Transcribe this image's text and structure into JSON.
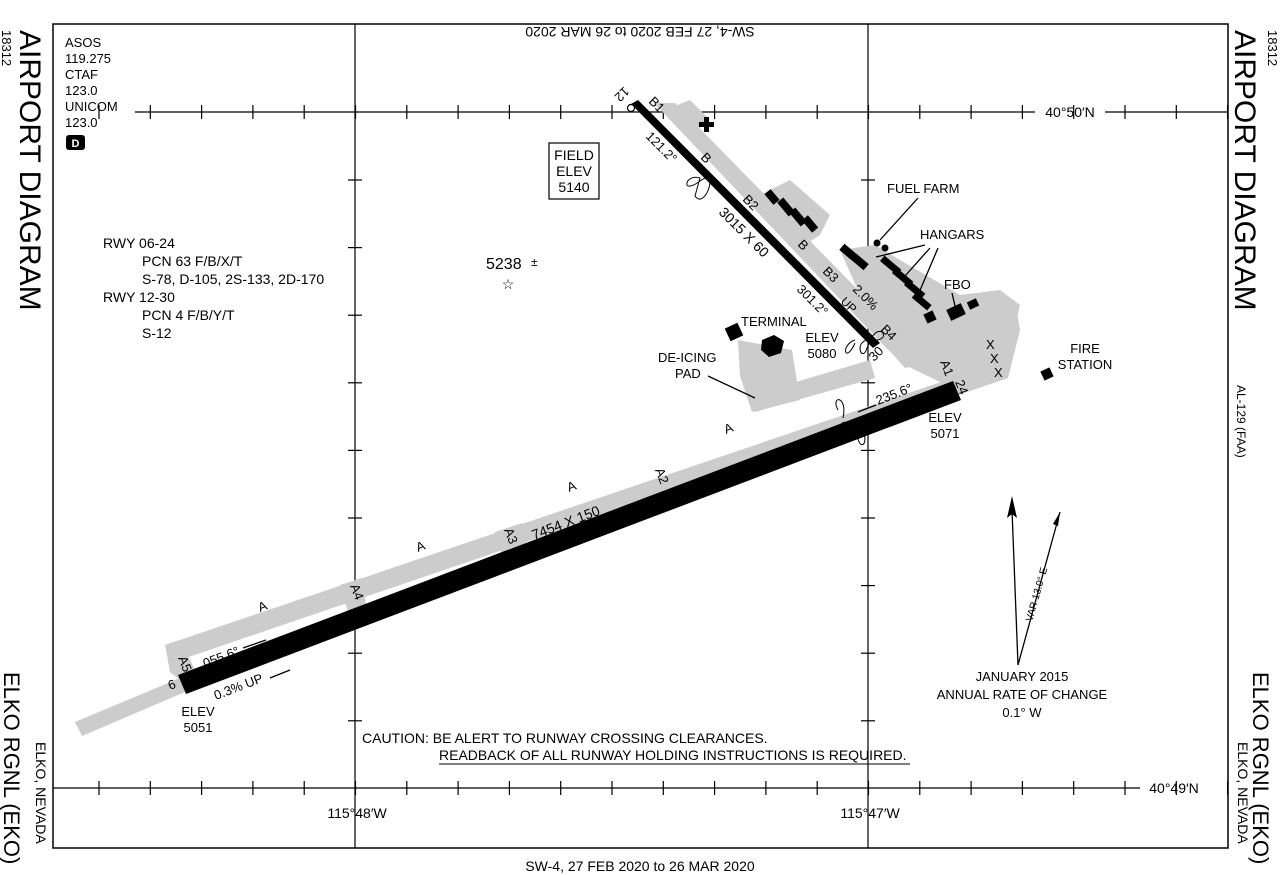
{
  "header": {
    "effective_top": "SW-4, 27 FEB 2020 to 26 MAR 2020",
    "effective_bottom": "SW-4,  27 FEB 2020  to  26 MAR 2020"
  },
  "margins": {
    "left_title": "AIRPORT DIAGRAM",
    "right_title": "AIRPORT DIAGRAM",
    "procedure_number_left": "18312",
    "procedure_number_right": "18312",
    "airport_name_left": "ELKO RGNL (EKO)",
    "airport_name_right": "ELKO RGNL (EKO)",
    "location_left": "ELKO, NEVADA",
    "location_right": "ELKO, NEVADA",
    "al_number": "AL-129 (FAA)"
  },
  "frequencies": [
    {
      "label": "ASOS",
      "value": "119.275"
    },
    {
      "label": "CTAF",
      "value": "123.0"
    },
    {
      "label": "UNICOM",
      "value": "123.0"
    }
  ],
  "airspace_class": "D",
  "runway_info": [
    {
      "runway": "RWY 06-24",
      "pcn": "PCN 63 F/B/X/T",
      "strength": "S-78, D-105, 2S-133, 2D-170"
    },
    {
      "runway": "RWY 12-30",
      "pcn": "PCN 4 F/B/Y/T",
      "strength": "S-12"
    }
  ],
  "field_elevation": {
    "line1": "FIELD",
    "line2": "ELEV",
    "value": "5140"
  },
  "obstacle": {
    "value": "5238",
    "suffix": "±"
  },
  "runways": {
    "r06_24": {
      "dimensions": "7454 X 150",
      "end_06": "6",
      "end_24": "24",
      "heading_06": "055.6°",
      "heading_24": "235.6°",
      "slope": "0.3% UP",
      "elev_06_label": "ELEV",
      "elev_06": "5051",
      "elev_24_label": "ELEV",
      "elev_24": "5071"
    },
    "r12_30": {
      "dimensions": "3015 X 60",
      "end_12": "12",
      "end_30": "30",
      "heading_12": "121.2°",
      "heading_30": "301.2°",
      "slope": "2.0%",
      "slope_dir": "UP",
      "elev_30_label": "ELEV",
      "elev_30": "5080"
    }
  },
  "taxiways": {
    "A": "A",
    "A1": "A1",
    "A2": "A2",
    "A3": "A3",
    "A4": "A4",
    "A5": "A5",
    "B": "B",
    "B1": "B1",
    "B2": "B2",
    "B3": "B3",
    "B4": "B4",
    "hold_marks": [
      "X",
      "X",
      "X"
    ]
  },
  "facilities": {
    "fuel_farm": "FUEL FARM",
    "hangars": "HANGARS",
    "fbo": "FBO",
    "terminal": "TERMINAL",
    "deicing": [
      "DE-ICING",
      "PAD"
    ],
    "fire_station": [
      "FIRE",
      "STATION"
    ]
  },
  "coordinates": {
    "lat_top": "40°50′N",
    "lat_bottom": "40°49′N",
    "lon_left": "115°48′W",
    "lon_right": "115°47′W"
  },
  "magnetic": {
    "variation": "VAR 13.0° E",
    "date": "JANUARY 2015",
    "rate_label": "ANNUAL RATE OF CHANGE",
    "rate": "0.1° W"
  },
  "caution": {
    "line1": "CAUTION:  BE ALERT TO RUNWAY CROSSING CLEARANCES.",
    "line2": "READBACK OF ALL RUNWAY HOLDING INSTRUCTIONS IS REQUIRED."
  },
  "colors": {
    "taxiway": "#cccccc",
    "runway": "#000000"
  }
}
